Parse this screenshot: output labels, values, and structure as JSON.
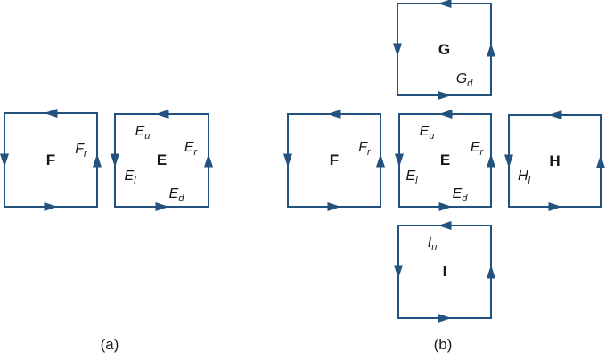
{
  "colors": {
    "line": "#24527e",
    "text": "#161616"
  },
  "panels": {
    "a": {
      "caption": "(a)",
      "squares": {
        "F": {
          "label": "F",
          "edge_labels": {
            "right": {
              "main": "F",
              "sub": "r"
            }
          }
        },
        "E": {
          "label": "E",
          "edge_labels": {
            "up": {
              "main": "E",
              "sub": "u"
            },
            "right": {
              "main": "E",
              "sub": "r"
            },
            "left": {
              "main": "E",
              "sub": "l"
            },
            "down": {
              "main": "E",
              "sub": "d"
            }
          }
        }
      }
    },
    "b": {
      "caption": "(b)",
      "squares": {
        "G": {
          "label": "G",
          "edge_labels": {
            "down": {
              "main": "G",
              "sub": "d"
            }
          }
        },
        "F": {
          "label": "F",
          "edge_labels": {
            "right": {
              "main": "F",
              "sub": "r"
            }
          }
        },
        "E": {
          "label": "E",
          "edge_labels": {
            "up": {
              "main": "E",
              "sub": "u"
            },
            "right": {
              "main": "E",
              "sub": "r"
            },
            "left": {
              "main": "E",
              "sub": "l"
            },
            "down": {
              "main": "E",
              "sub": "d"
            }
          }
        },
        "H": {
          "label": "H",
          "edge_labels": {
            "left": {
              "main": "H",
              "sub": "l"
            }
          }
        },
        "I": {
          "label": "I",
          "edge_labels": {
            "up": {
              "main": "I",
              "sub": "u"
            }
          }
        }
      }
    }
  }
}
